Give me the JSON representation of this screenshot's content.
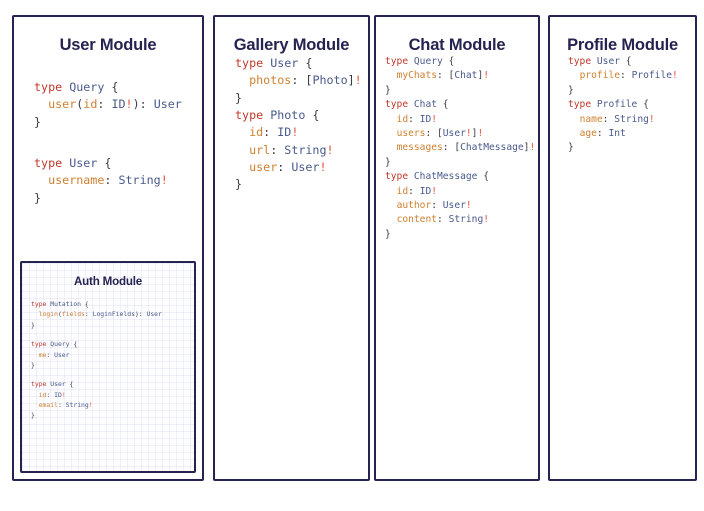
{
  "page": {
    "background_color": "#ffffff",
    "card_border_color": "#252350",
    "title_color": "#252350"
  },
  "syntax_colors": {
    "keyword": "#c0392b",
    "type_name": "#4a5b8c",
    "field_name": "#d08030",
    "punctuation": "#3b3b44",
    "non_null_bang": "#e2533c"
  },
  "modules": {
    "user": {
      "title": "User Module",
      "blocks": [
        {
          "lines": [
            [
              {
                "t": "type ",
                "c": "kw"
              },
              {
                "t": "Query",
                "c": "type"
              },
              {
                "t": " {",
                "c": "punct"
              }
            ],
            [
              {
                "t": "  ",
                "c": "punct"
              },
              {
                "t": "user",
                "c": "field"
              },
              {
                "t": "(",
                "c": "punct"
              },
              {
                "t": "id",
                "c": "field"
              },
              {
                "t": ": ",
                "c": "punct"
              },
              {
                "t": "ID",
                "c": "type"
              },
              {
                "t": "!",
                "c": "bang"
              },
              {
                "t": "): ",
                "c": "punct"
              },
              {
                "t": "User",
                "c": "type"
              }
            ],
            [
              {
                "t": "}",
                "c": "punct"
              }
            ]
          ]
        },
        {
          "lines": [
            [
              {
                "t": "type ",
                "c": "kw"
              },
              {
                "t": "User",
                "c": "type"
              },
              {
                "t": " {",
                "c": "punct"
              }
            ],
            [
              {
                "t": "  ",
                "c": "punct"
              },
              {
                "t": "username",
                "c": "field"
              },
              {
                "t": ": ",
                "c": "punct"
              },
              {
                "t": "String",
                "c": "type"
              },
              {
                "t": "!",
                "c": "bang"
              }
            ],
            [
              {
                "t": "}",
                "c": "punct"
              }
            ]
          ]
        }
      ]
    },
    "auth": {
      "title": "Auth Module",
      "blocks": [
        {
          "lines": [
            [
              {
                "t": "type ",
                "c": "kw"
              },
              {
                "t": "Mutation",
                "c": "type"
              },
              {
                "t": " {",
                "c": "punct"
              }
            ],
            [
              {
                "t": "  ",
                "c": "punct"
              },
              {
                "t": "login",
                "c": "field"
              },
              {
                "t": "(",
                "c": "punct"
              },
              {
                "t": "fields",
                "c": "field"
              },
              {
                "t": ": ",
                "c": "punct"
              },
              {
                "t": "LoginFields",
                "c": "type"
              },
              {
                "t": "): ",
                "c": "punct"
              },
              {
                "t": "User",
                "c": "type"
              }
            ],
            [
              {
                "t": "}",
                "c": "punct"
              }
            ]
          ]
        },
        {
          "lines": [
            [
              {
                "t": "type ",
                "c": "kw"
              },
              {
                "t": "Query",
                "c": "type"
              },
              {
                "t": " {",
                "c": "punct"
              }
            ],
            [
              {
                "t": "  ",
                "c": "punct"
              },
              {
                "t": "me",
                "c": "field"
              },
              {
                "t": ": ",
                "c": "punct"
              },
              {
                "t": "User",
                "c": "type"
              }
            ],
            [
              {
                "t": "}",
                "c": "punct"
              }
            ]
          ]
        },
        {
          "lines": [
            [
              {
                "t": "type ",
                "c": "kw"
              },
              {
                "t": "User",
                "c": "type"
              },
              {
                "t": " {",
                "c": "punct"
              }
            ],
            [
              {
                "t": "  ",
                "c": "punct"
              },
              {
                "t": "id",
                "c": "field"
              },
              {
                "t": ": ",
                "c": "punct"
              },
              {
                "t": "ID",
                "c": "type"
              },
              {
                "t": "!",
                "c": "bang"
              }
            ],
            [
              {
                "t": "  ",
                "c": "punct"
              },
              {
                "t": "email",
                "c": "field"
              },
              {
                "t": ": ",
                "c": "punct"
              },
              {
                "t": "String",
                "c": "type"
              },
              {
                "t": "!",
                "c": "bang"
              }
            ],
            [
              {
                "t": "}",
                "c": "punct"
              }
            ]
          ]
        }
      ]
    },
    "gallery": {
      "title": "Gallery Module",
      "blocks": [
        {
          "lines": [
            [
              {
                "t": "type ",
                "c": "kw"
              },
              {
                "t": "User",
                "c": "type"
              },
              {
                "t": " {",
                "c": "punct"
              }
            ],
            [
              {
                "t": "  ",
                "c": "punct"
              },
              {
                "t": "photos",
                "c": "field"
              },
              {
                "t": ": [",
                "c": "punct"
              },
              {
                "t": "Photo",
                "c": "type"
              },
              {
                "t": "]",
                "c": "punct"
              },
              {
                "t": "!",
                "c": "bang"
              }
            ],
            [
              {
                "t": "}",
                "c": "punct"
              }
            ]
          ]
        },
        {
          "lines": [
            [
              {
                "t": "type ",
                "c": "kw"
              },
              {
                "t": "Photo",
                "c": "type"
              },
              {
                "t": " {",
                "c": "punct"
              }
            ],
            [
              {
                "t": "  ",
                "c": "punct"
              },
              {
                "t": "id",
                "c": "field"
              },
              {
                "t": ": ",
                "c": "punct"
              },
              {
                "t": "ID",
                "c": "type"
              },
              {
                "t": "!",
                "c": "bang"
              }
            ],
            [
              {
                "t": "  ",
                "c": "punct"
              },
              {
                "t": "url",
                "c": "field"
              },
              {
                "t": ": ",
                "c": "punct"
              },
              {
                "t": "String",
                "c": "type"
              },
              {
                "t": "!",
                "c": "bang"
              }
            ],
            [
              {
                "t": "  ",
                "c": "punct"
              },
              {
                "t": "user",
                "c": "field"
              },
              {
                "t": ": ",
                "c": "punct"
              },
              {
                "t": "User",
                "c": "type"
              },
              {
                "t": "!",
                "c": "bang"
              }
            ],
            [
              {
                "t": "}",
                "c": "punct"
              }
            ]
          ]
        }
      ]
    },
    "chat": {
      "title": "Chat Module",
      "blocks": [
        {
          "lines": [
            [
              {
                "t": "type ",
                "c": "kw"
              },
              {
                "t": "Query",
                "c": "type"
              },
              {
                "t": " {",
                "c": "punct"
              }
            ],
            [
              {
                "t": "  ",
                "c": "punct"
              },
              {
                "t": "myChats",
                "c": "field"
              },
              {
                "t": ": [",
                "c": "punct"
              },
              {
                "t": "Chat",
                "c": "type"
              },
              {
                "t": "]",
                "c": "punct"
              },
              {
                "t": "!",
                "c": "bang"
              }
            ],
            [
              {
                "t": "}",
                "c": "punct"
              }
            ]
          ]
        },
        {
          "lines": [
            [
              {
                "t": "type ",
                "c": "kw"
              },
              {
                "t": "Chat",
                "c": "type"
              },
              {
                "t": " {",
                "c": "punct"
              }
            ],
            [
              {
                "t": "  ",
                "c": "punct"
              },
              {
                "t": "id",
                "c": "field"
              },
              {
                "t": ": ",
                "c": "punct"
              },
              {
                "t": "ID",
                "c": "type"
              },
              {
                "t": "!",
                "c": "bang"
              }
            ],
            [
              {
                "t": "  ",
                "c": "punct"
              },
              {
                "t": "users",
                "c": "field"
              },
              {
                "t": ": [",
                "c": "punct"
              },
              {
                "t": "User",
                "c": "type"
              },
              {
                "t": "!",
                "c": "bang"
              },
              {
                "t": "]",
                "c": "punct"
              },
              {
                "t": "!",
                "c": "bang"
              }
            ],
            [
              {
                "t": "  ",
                "c": "punct"
              },
              {
                "t": "messages",
                "c": "field"
              },
              {
                "t": ": [",
                "c": "punct"
              },
              {
                "t": "ChatMessage",
                "c": "type"
              },
              {
                "t": "]",
                "c": "punct"
              },
              {
                "t": "!",
                "c": "bang"
              }
            ],
            [
              {
                "t": "}",
                "c": "punct"
              }
            ]
          ]
        },
        {
          "lines": [
            [
              {
                "t": "type ",
                "c": "kw"
              },
              {
                "t": "ChatMessage",
                "c": "type"
              },
              {
                "t": " {",
                "c": "punct"
              }
            ],
            [
              {
                "t": "  ",
                "c": "punct"
              },
              {
                "t": "id",
                "c": "field"
              },
              {
                "t": ": ",
                "c": "punct"
              },
              {
                "t": "ID",
                "c": "type"
              },
              {
                "t": "!",
                "c": "bang"
              }
            ],
            [
              {
                "t": "  ",
                "c": "punct"
              },
              {
                "t": "author",
                "c": "field"
              },
              {
                "t": ": ",
                "c": "punct"
              },
              {
                "t": "User",
                "c": "type"
              },
              {
                "t": "!",
                "c": "bang"
              }
            ],
            [
              {
                "t": "  ",
                "c": "punct"
              },
              {
                "t": "content",
                "c": "field"
              },
              {
                "t": ": ",
                "c": "punct"
              },
              {
                "t": "String",
                "c": "type"
              },
              {
                "t": "!",
                "c": "bang"
              }
            ],
            [
              {
                "t": "}",
                "c": "punct"
              }
            ]
          ]
        }
      ]
    },
    "profile": {
      "title": "Profile Module",
      "blocks": [
        {
          "lines": [
            [
              {
                "t": "type ",
                "c": "kw"
              },
              {
                "t": "User",
                "c": "type"
              },
              {
                "t": " {",
                "c": "punct"
              }
            ],
            [
              {
                "t": "  ",
                "c": "punct"
              },
              {
                "t": "profile",
                "c": "field"
              },
              {
                "t": ": ",
                "c": "punct"
              },
              {
                "t": "Profile",
                "c": "type"
              },
              {
                "t": "!",
                "c": "bang"
              }
            ],
            [
              {
                "t": "}",
                "c": "punct"
              }
            ]
          ]
        },
        {
          "lines": [
            [
              {
                "t": "type ",
                "c": "kw"
              },
              {
                "t": "Profile",
                "c": "type"
              },
              {
                "t": " {",
                "c": "punct"
              }
            ],
            [
              {
                "t": "  ",
                "c": "punct"
              },
              {
                "t": "name",
                "c": "field"
              },
              {
                "t": ": ",
                "c": "punct"
              },
              {
                "t": "String",
                "c": "type"
              },
              {
                "t": "!",
                "c": "bang"
              }
            ],
            [
              {
                "t": "  ",
                "c": "punct"
              },
              {
                "t": "age",
                "c": "field"
              },
              {
                "t": ": ",
                "c": "punct"
              },
              {
                "t": "Int",
                "c": "type"
              }
            ],
            [
              {
                "t": "}",
                "c": "punct"
              }
            ]
          ]
        }
      ]
    }
  }
}
